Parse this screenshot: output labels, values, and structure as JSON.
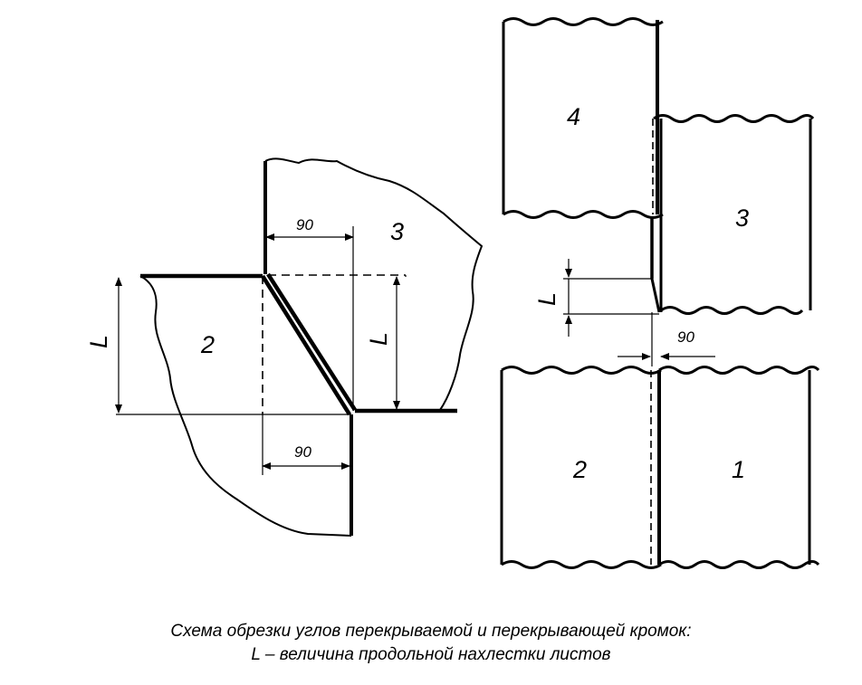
{
  "left_scheme": {
    "sheet_2": "2",
    "sheet_3": "3",
    "dim_top": "90",
    "dim_bottom": "90",
    "overlap_left": "L",
    "overlap_right": "L"
  },
  "right_scheme": {
    "sheet_1": "1",
    "sheet_2": "2",
    "sheet_3": "3",
    "sheet_4": "4",
    "overlap": "L",
    "gap": "90"
  },
  "caption": {
    "line1": "Схема обрезки углов перекрываемой и перекрывающей кромок:",
    "line2": "L – величина продольной нахлестки листов"
  }
}
